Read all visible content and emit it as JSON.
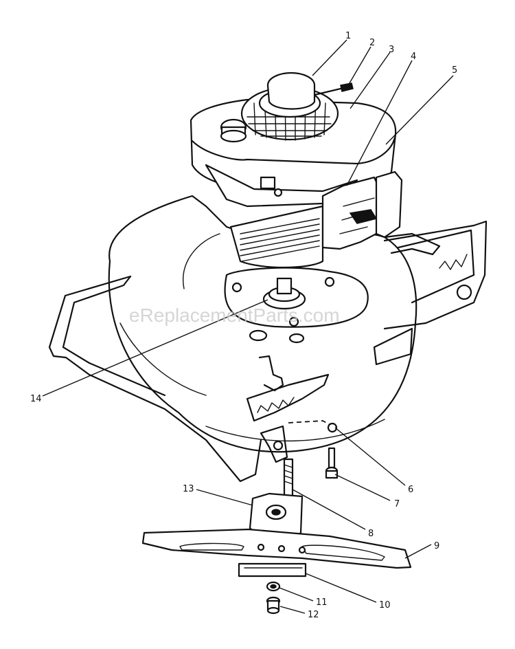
{
  "watermark": "eReplacementParts.com",
  "callouts": [
    {
      "id": "1",
      "label": "1"
    },
    {
      "id": "2",
      "label": "2"
    },
    {
      "id": "3",
      "label": "3"
    },
    {
      "id": "4",
      "label": "4"
    },
    {
      "id": "5",
      "label": "5"
    },
    {
      "id": "6",
      "label": "6"
    },
    {
      "id": "7",
      "label": "7"
    },
    {
      "id": "8",
      "label": "8"
    },
    {
      "id": "9",
      "label": "9"
    },
    {
      "id": "10",
      "label": "10"
    },
    {
      "id": "11",
      "label": "11"
    },
    {
      "id": "12",
      "label": "12"
    },
    {
      "id": "13",
      "label": "13"
    },
    {
      "id": "14",
      "label": "14"
    }
  ],
  "colors": {
    "ink": "#111111",
    "paper": "#ffffff",
    "watermark": "#c8c8c8"
  }
}
